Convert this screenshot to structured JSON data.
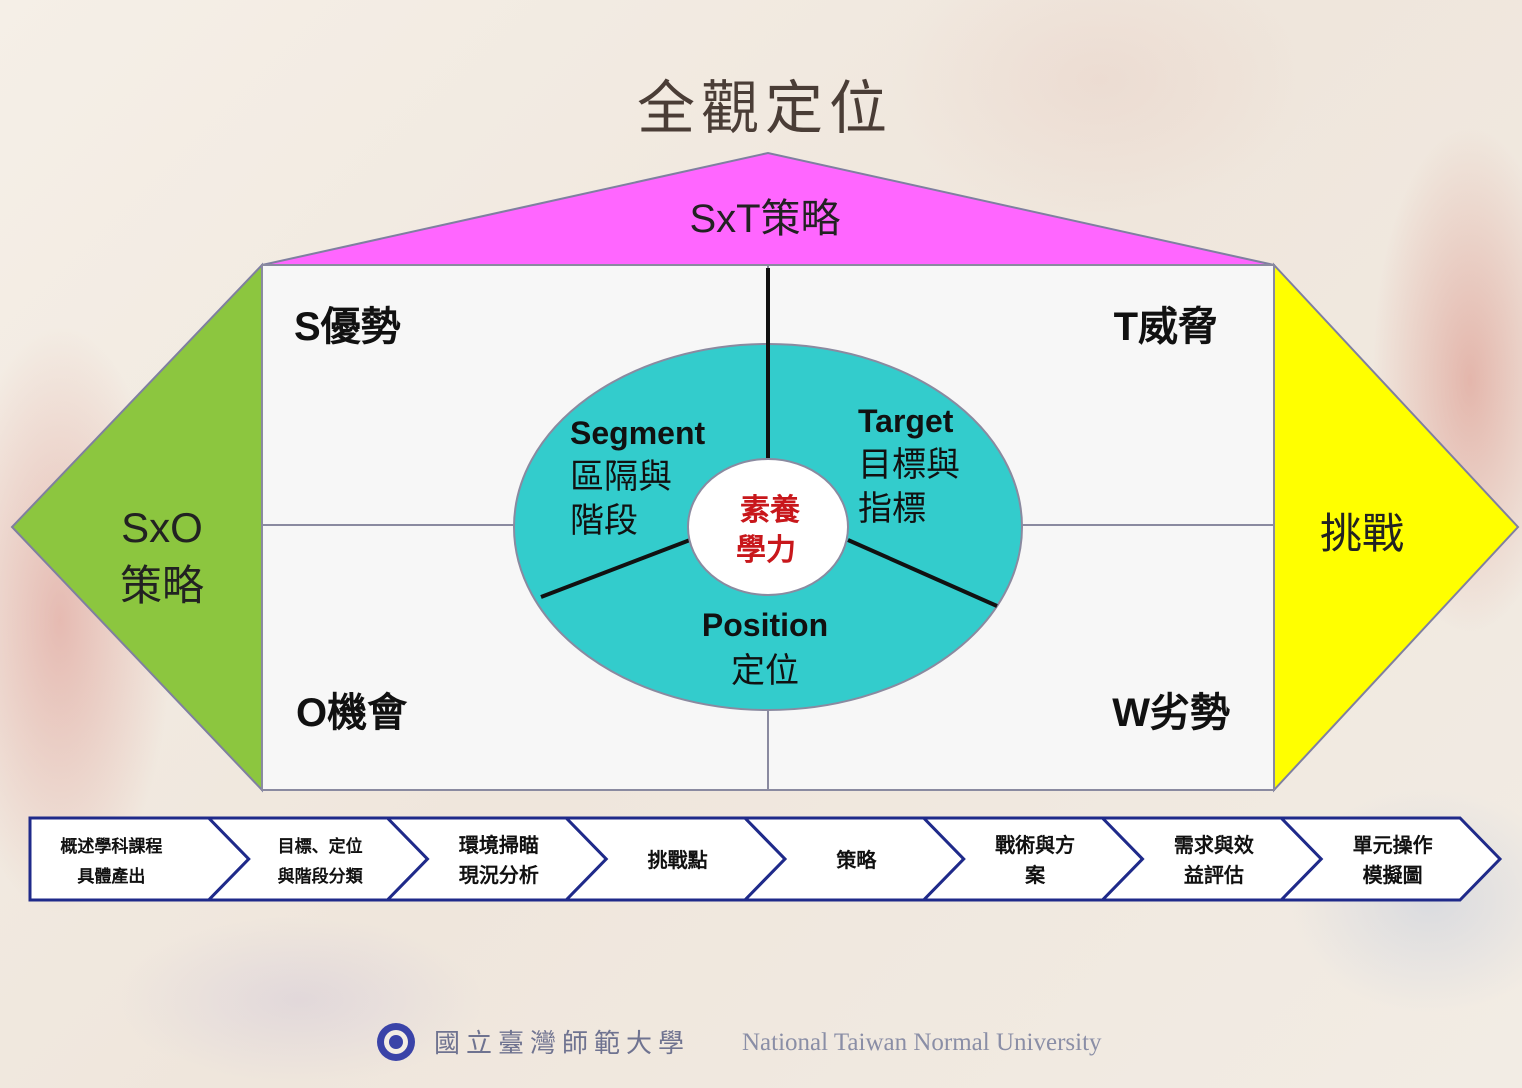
{
  "title": "全觀定位",
  "roof_label": "SxT策略",
  "left_side": {
    "line1": "SxO",
    "line2": "策略"
  },
  "right_side": {
    "label": "挑戰"
  },
  "quadrants": {
    "top_left": "S優勢",
    "top_right": "T威脅",
    "bottom_left": "O機會",
    "bottom_right": "W劣勢"
  },
  "ellipse": {
    "segment": {
      "en": "Segment",
      "zh1": "區隔與",
      "zh2": "階段"
    },
    "target": {
      "en": "Target",
      "zh1": "目標與",
      "zh2": "指標"
    },
    "position": {
      "en": "Position",
      "zh1": "定位"
    },
    "core": {
      "line1": "素養",
      "line2": "學力"
    }
  },
  "process_steps": [
    {
      "line1": "概述學科課程",
      "line2": "具體產出"
    },
    {
      "line1": "目標、定位",
      "line2": "與階段分類"
    },
    {
      "line1": "環境掃瞄",
      "line2": "現況分析"
    },
    {
      "line1": "挑戰點",
      "line2": ""
    },
    {
      "line1": "策略",
      "line2": ""
    },
    {
      "line1": "戰術與方",
      "line2": "案"
    },
    {
      "line1": "需求與效",
      "line2": "益評估"
    },
    {
      "line1": "單元操作",
      "line2": "模擬圖"
    }
  ],
  "footer": {
    "logo_icon": "ntnu-emblem-icon",
    "name_zh": "國立臺灣師範大學",
    "name_en": "National Taiwan Normal University"
  },
  "colors": {
    "roof": "#ff66ff",
    "left_arrow": "#8cc63f",
    "right_arrow": "#ffff00",
    "ellipse": "#33cccc",
    "core_text": "#c8171b",
    "chevron_border": "#1f2a8a"
  }
}
